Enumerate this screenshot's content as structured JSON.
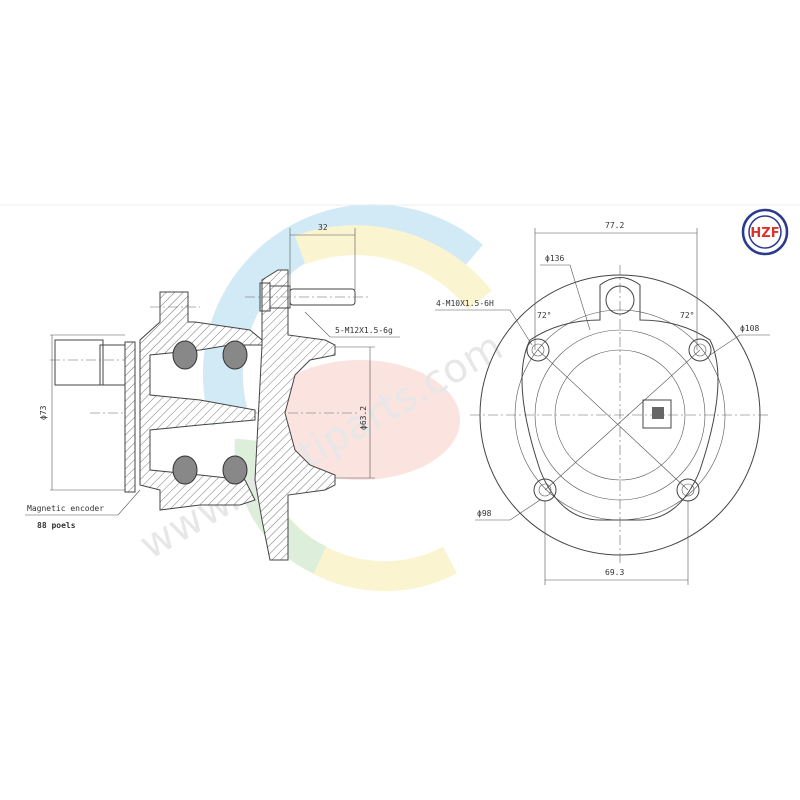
{
  "brand": {
    "logo_text": "HZF",
    "color": "#d9342b",
    "ring_color": "#2a3a8c"
  },
  "watermark": {
    "text": "www.multiparts.com"
  },
  "side_view": {
    "stud_length": "32",
    "stud_thread": "5-M12X1.5-6g",
    "outer_diameter": "ϕ73",
    "pilot_diameter": "ϕ63.2",
    "encoder_label": "Magnetic encoder",
    "encoder_poles": "88 poels"
  },
  "front_view": {
    "width": "77.2",
    "flange_diameter": "ϕ136",
    "bolt_thread": "4-M10X1.5-6H",
    "angle_left": "72°",
    "angle_right": "72°",
    "bolt_circle": "ϕ108",
    "inner_diameter": "ϕ98",
    "bottom_width": "69.3"
  }
}
